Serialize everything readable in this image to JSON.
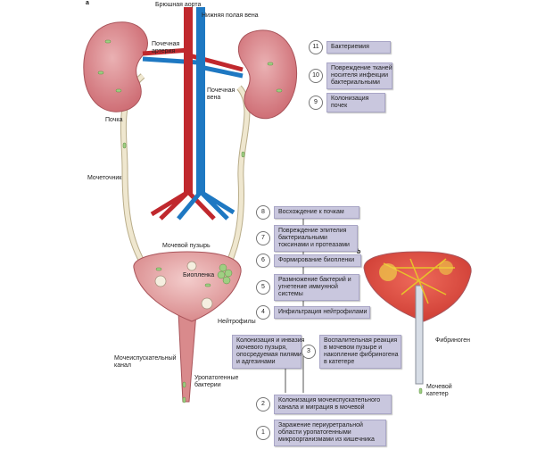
{
  "panels": {
    "a": "a",
    "b": "b"
  },
  "labels": {
    "aorta": "Брюшная аорта",
    "ivc": "Нижняя полая вена",
    "renal_artery": "Почечная\nартерия",
    "renal_vein": "Почечная\nвена",
    "kidney": "Почка",
    "ureter": "Мочеточник",
    "bladder": "Мочевой пузырь",
    "biofilm": "Биопленка",
    "neutrophils": "Нейтрофилы",
    "urethra": "Мочеиспускательный\nканал",
    "uropathogenic_bacteria": "Уропатогенные\nбактерии",
    "fibrinogen": "Фибриноген",
    "catheter": "Мочевой\nкатетер"
  },
  "steps": [
    {
      "num": "11",
      "text": "Бактериемия"
    },
    {
      "num": "10",
      "text": "Повреждение тканей\nносителя инфекции\nбактериальными"
    },
    {
      "num": "9",
      "text": "Колонизация\nпочек"
    },
    {
      "num": "8",
      "text": "Восхождение к почкам"
    },
    {
      "num": "7",
      "text": "Повреждение эпителия\nбактериальными\nтоксинами и протеазами"
    },
    {
      "num": "6",
      "text": "Формирование биопленки"
    },
    {
      "num": "5",
      "text": "Размножение бактерий и\nугнетение иммунной\nсистемы"
    },
    {
      "num": "4",
      "text": "Инфильтрация нейтрофилами"
    },
    {
      "num": "3",
      "text": "Воспалительная реакция\nв мочевом пузыре и\nнакопление фибриногена\nв катетере"
    },
    {
      "num": "2",
      "text": "Колонизация мочеиспускательного\nканала и миграция в мочевой"
    },
    {
      "num": "1",
      "text": "Заражение периуретральной\nобласти уропатогенными\nмикроорганизмами из кишечника"
    }
  ],
  "side_box": {
    "text": "Колонизация и инвазия\nмочевого пузыря,\nопосредуемая пилями\nи адгезинами"
  },
  "colors": {
    "kidney": "#d9868c",
    "artery": "#c0282d",
    "vein": "#1e78c2",
    "ureter": "#efe7cf",
    "bladder": "#e3a4a4",
    "bacteria": "#9fcf82",
    "step_box": "#c9c7de"
  }
}
